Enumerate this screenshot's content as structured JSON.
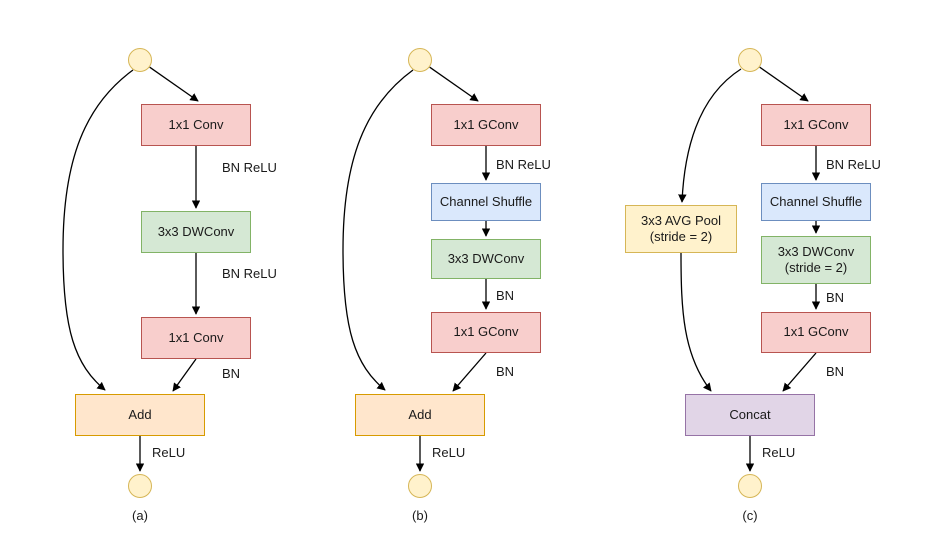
{
  "diagram": {
    "colors": {
      "conv_fill": "#f8cecc",
      "conv_border": "#b85450",
      "dwconv_fill": "#d5e8d4",
      "dwconv_border": "#82b366",
      "shuffle_fill": "#dae8fc",
      "shuffle_border": "#6c8ebf",
      "add_fill": "#ffe6cc",
      "add_border": "#d79b00",
      "pool_fill": "#fff2cc",
      "pool_border": "#d6b656",
      "io_fill": "#fff2cc",
      "io_border": "#d6b656",
      "concat_fill": "#e1d5e7",
      "concat_border": "#9673a6",
      "arrow": "#000000"
    },
    "panels": [
      {
        "caption": "(a)",
        "nodes": {
          "conv_top": "1x1 Conv",
          "dwconv": "3x3 DWConv",
          "conv_bottom": "1x1 Conv",
          "merge": "Add"
        },
        "edge_labels": {
          "after_conv_top": "BN ReLU",
          "after_dwconv": "BN ReLU",
          "after_conv_bottom": "BN",
          "output": "ReLU"
        }
      },
      {
        "caption": "(b)",
        "nodes": {
          "conv_top": "1x1 GConv",
          "shuffle": "Channel Shuffle",
          "dwconv": "3x3 DWConv",
          "conv_bottom": "1x1 GConv",
          "merge": "Add"
        },
        "edge_labels": {
          "after_conv_top": "BN ReLU",
          "after_dwconv": "BN",
          "after_conv_bottom": "BN",
          "output": "ReLU"
        }
      },
      {
        "caption": "(c)",
        "nodes": {
          "pool": "3x3 AVG Pool\n(stride = 2)",
          "conv_top": "1x1 GConv",
          "shuffle": "Channel Shuffle",
          "dwconv": "3x3 DWConv\n(stride = 2)",
          "conv_bottom": "1x1 GConv",
          "merge": "Concat"
        },
        "edge_labels": {
          "after_conv_top": "BN ReLU",
          "after_dwconv": "BN",
          "after_conv_bottom": "BN",
          "output": "ReLU"
        }
      }
    ]
  }
}
